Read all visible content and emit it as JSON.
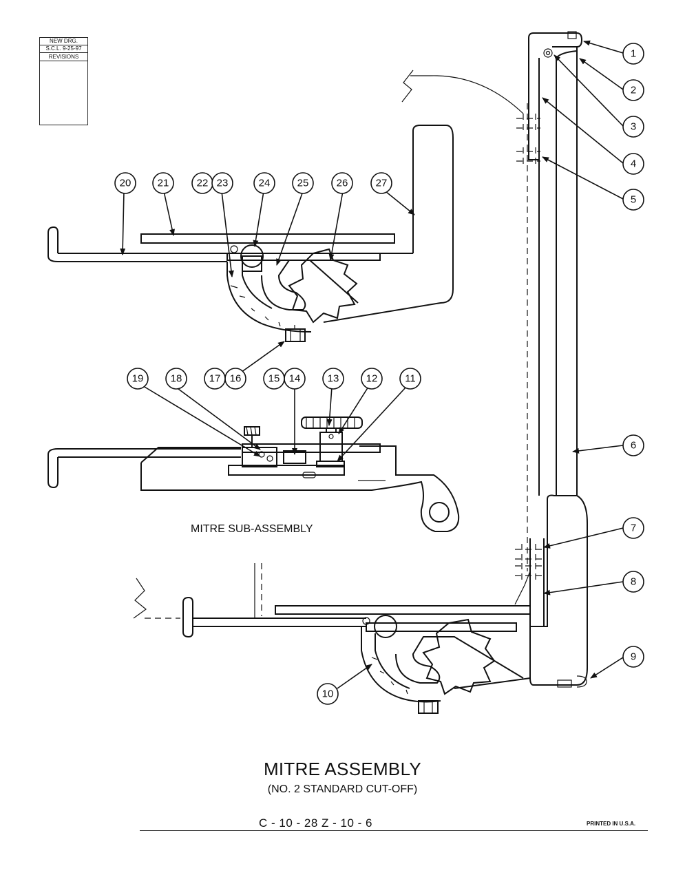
{
  "revision_block": {
    "line1": "NEW DRG.",
    "line2": "S.C.L.  9-25-97",
    "header": "REVISIONS"
  },
  "title": "MITRE ASSEMBLY",
  "subtitle": "(NO. 2 STANDARD CUT-OFF)",
  "sub_assembly_label": "MITRE SUB-ASSEMBLY",
  "drawing_numbers": "C - 10 - 28    Z - 10 - 6",
  "printed": "PRINTED IN U.S.A.",
  "callouts": [
    "1",
    "2",
    "3",
    "4",
    "5",
    "6",
    "7",
    "8",
    "9",
    "10",
    "11",
    "12",
    "13",
    "14",
    "15",
    "16",
    "17",
    "18",
    "19",
    "20",
    "21",
    "22",
    "23",
    "24",
    "25",
    "26",
    "27"
  ]
}
